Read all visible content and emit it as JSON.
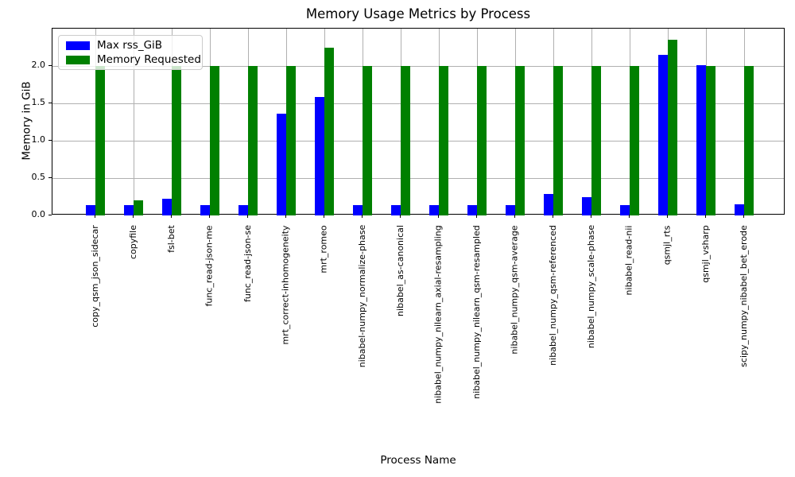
{
  "chart_data": {
    "type": "bar",
    "title": "Memory Usage Metrics by Process",
    "xlabel": "Process Name",
    "ylabel": "Memory in GiB",
    "categories": [
      "copy_qsm_json_sidecar",
      "copyfile",
      "fsl-bet",
      "func_read-json-me",
      "func_read-json-se",
      "mrt_correct-inhomogeneity",
      "mrt_romeo",
      "nibabel-numpy_normalize-phase",
      "nibabel_as-canonical",
      "nibabel_numpy_nilearn_axial-resampling",
      "nibabel_numpy_nilearn_qsm-resampled",
      "nibabel_numpy_qsm-average",
      "nibabel_numpy_qsm-referenced",
      "nibabel_numpy_scale-phase",
      "nibabel_read-nii",
      "qsmjl_rts",
      "qsmjl_vsharp",
      "scipy_numpy_nibabel_bet_erode"
    ],
    "series": [
      {
        "name": "Max rss_GiB",
        "color": "#0000ff",
        "values": [
          0.14,
          0.14,
          0.22,
          0.14,
          0.14,
          1.36,
          1.59,
          0.14,
          0.14,
          0.14,
          0.14,
          0.14,
          0.29,
          0.25,
          0.14,
          2.15,
          2.01,
          0.15
        ]
      },
      {
        "name": "Memory Requested",
        "color": "#008000",
        "values": [
          2.0,
          0.2,
          2.0,
          2.0,
          2.0,
          2.0,
          2.25,
          2.0,
          2.0,
          2.0,
          2.0,
          2.0,
          2.0,
          2.0,
          2.0,
          2.35,
          2.0,
          2.0
        ]
      }
    ],
    "ylim": [
      0,
      2.5
    ],
    "yticks": [
      0,
      0.5,
      1.0,
      1.5,
      2.0
    ],
    "ytick_labels": [
      "0.0",
      "0.5",
      "1.0",
      "1.5",
      "2.0"
    ],
    "grid": true,
    "grid_color": "#b0b0b0",
    "legend_position": "upper-left"
  }
}
